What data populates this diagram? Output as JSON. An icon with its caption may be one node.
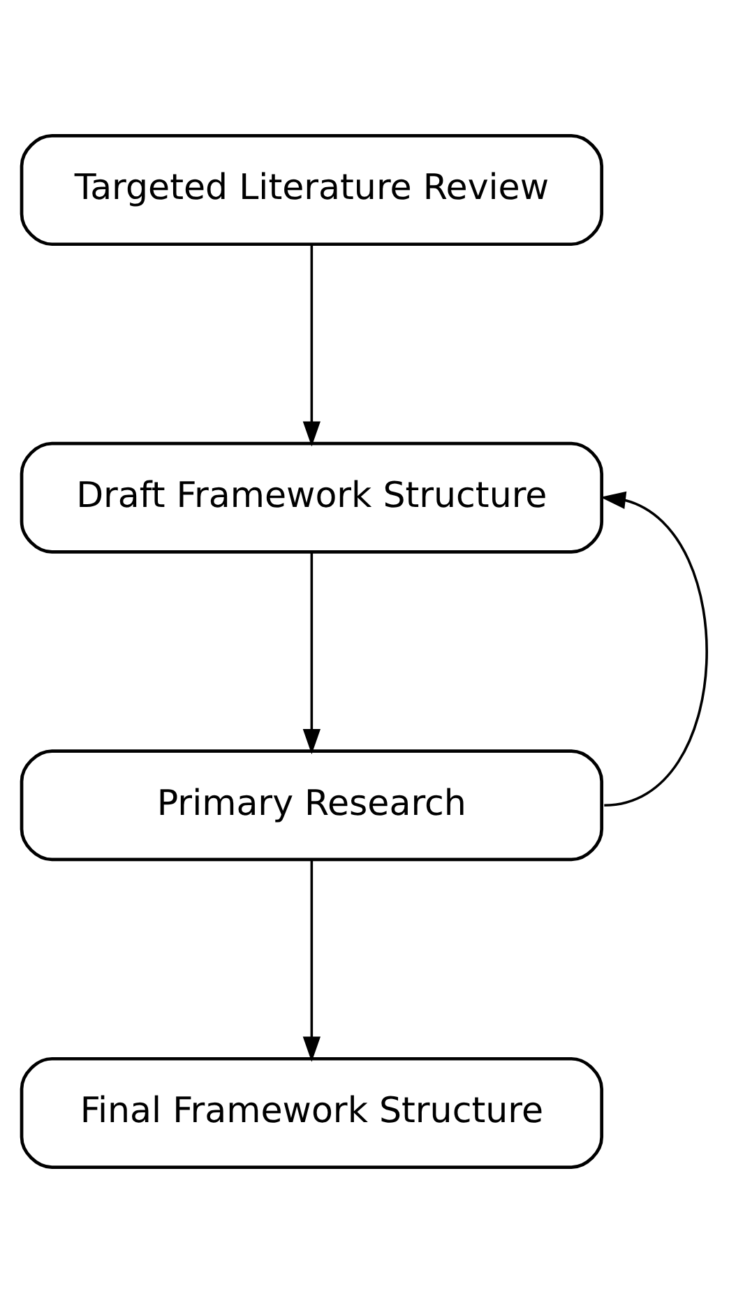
{
  "diagram": {
    "nodes": [
      {
        "text": [
          "Targeted Literature Review"
        ]
      },
      {
        "text": [
          "Draft Framework Structure"
        ]
      },
      {
        "text": [
          "Primary Research"
        ]
      },
      {
        "text": [
          "Final Framework Structure"
        ]
      }
    ],
    "edges": [
      {
        "from": 0,
        "to": 1,
        "arrow": "to"
      },
      {
        "from": 1,
        "to": 2,
        "arrow": "to"
      },
      {
        "from": 2,
        "to": 3,
        "arrow": "to"
      },
      {
        "from": 2,
        "to": 1,
        "arrow": "to"
      }
    ]
  }
}
